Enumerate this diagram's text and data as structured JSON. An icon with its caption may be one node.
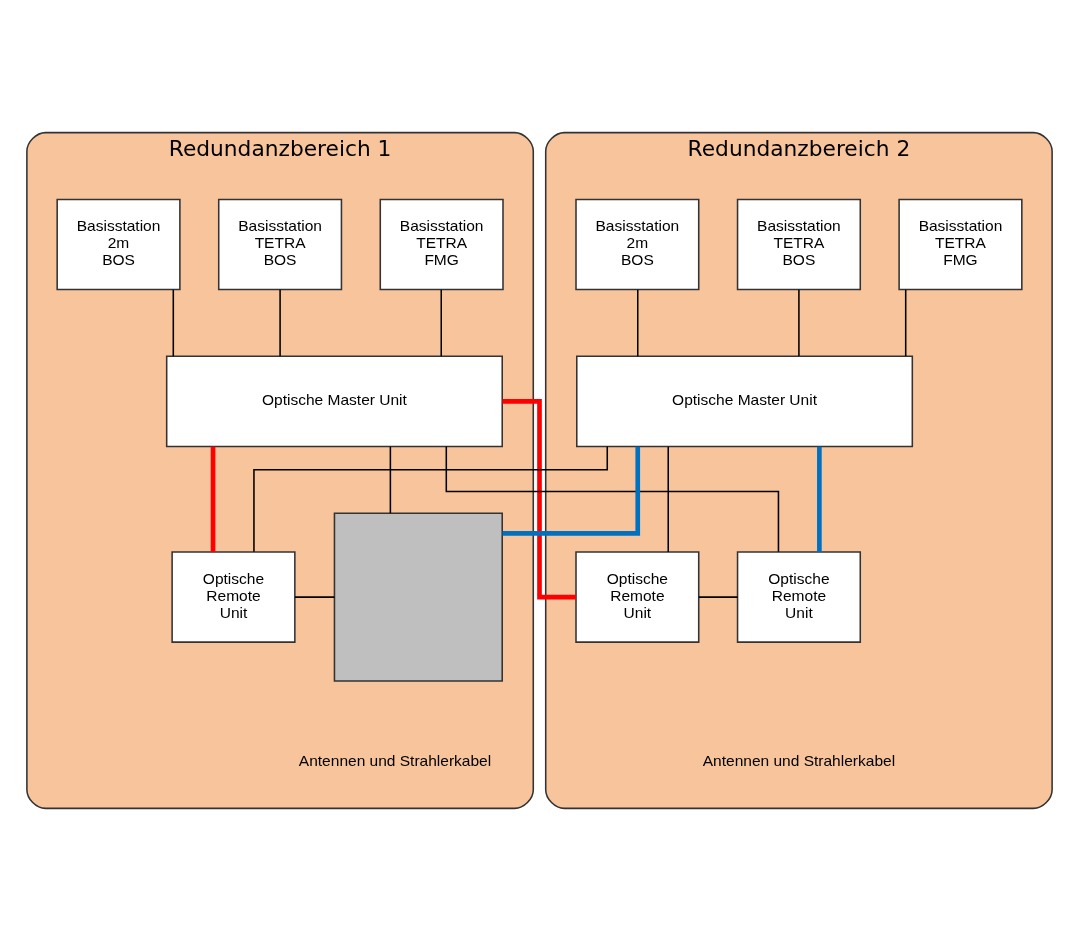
{
  "diagram": {
    "nodes": [
      {
        "text": [
          "Redundanzbereich 1"
        ]
      },
      {
        "text": [
          "Basisstation TETRA FMG"
        ],
        "in": 0
      },
      {
        "text": [
          "Basisstation TETRA BOS"
        ],
        "in": 0
      },
      {
        "text": [
          "Basisstation 2m BOS"
        ],
        "in": 0
      },
      {
        "text": [
          "Optische Master Unit"
        ],
        "in": 0
      },
      {
        "text": [
          "Optische Remote Unit"
        ],
        "in": 0
      },
      {
        "text": [],
        "shape": "box",
        "in": 0
      },
      {
        "text": [
          "Redundanzbereich 2"
        ]
      },
      {
        "text": [
          "Basisstation TETRA FMG"
        ],
        "in": 7
      },
      {
        "text": [
          "Basisstation TETRA BOS"
        ],
        "in": 7
      },
      {
        "text": [
          "Basisstation 2m BOS"
        ],
        "in": 7
      },
      {
        "text": [
          "Optische Master Unit"
        ],
        "in": 7
      },
      {
        "text": [
          "Optische Remote Unit"
        ],
        "in": 7
      },
      {
        "text": [
          "Optische Remote Unit"
        ],
        "in": 7
      }
    ],
    "edges": [
      {
        "from": 1,
        "to": 4,
        "arrow": "none"
      },
      {
        "from": 2,
        "to": 4,
        "arrow": "none"
      },
      {
        "from": 3,
        "to": 4,
        "arrow": "none"
      },
      {
        "from": 8,
        "to": 11,
        "arrow": "none"
      },
      {
        "from": 9,
        "to": 11,
        "arrow": "none"
      },
      {
        "from": 10,
        "to": 11,
        "arrow": "none"
      },
      {
        "from": 4,
        "to": 5,
        "arrow": "none",
        "style": "thick",
        "color": "#ff0000"
      },
      {
        "from": 4,
        "to": 13,
        "arrow": "none"
      },
      {
        "from": 4,
        "to": 12,
        "arrow": "none",
        "style": "thick",
        "color": "#ff0000"
      },
      {
        "from": 4,
        "to": 6,
        "arrow": "none"
      },
      {
        "from": 11,
        "to": 12,
        "arrow": "none"
      },
      {
        "from": 11,
        "to": 6,
        "arrow": "none",
        "style": "thick",
        "color": "#0070c0"
      },
      {
        "from": 11,
        "to": 5,
        "arrow": "none"
      },
      {
        "from": 11,
        "to": 13,
        "arrow": "none",
        "style": "thick",
        "color": "#0070c0"
      },
      {
        "from": 5,
        "to": 6,
        "arrow": "none"
      },
      {
        "from": 12,
        "to": 13,
        "arrow": "none"
      }
    ],
    "labels": [
      "Antennen und Strahlerkabel",
      "Antennen und Strahlerkabel"
    ]
  }
}
